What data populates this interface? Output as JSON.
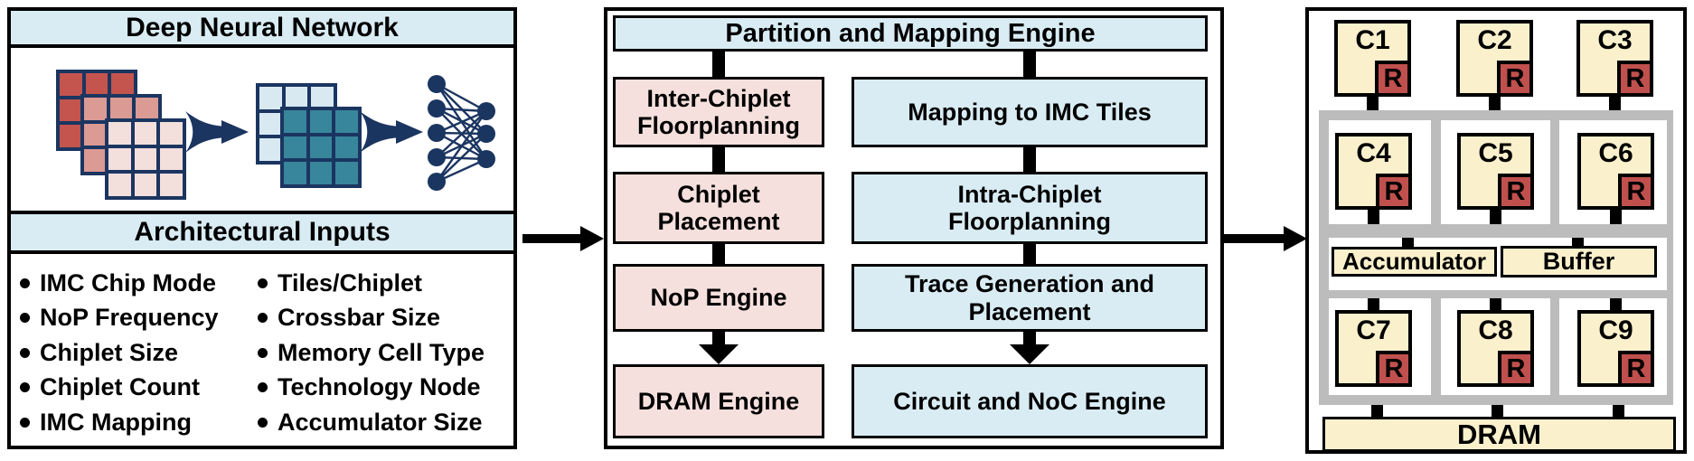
{
  "colors": {
    "header_blue": "#D9ECF4",
    "box_pink": "#F5E0DD",
    "box_blue": "#D9ECF4",
    "chiplet_cream": "#FAF0CC",
    "router_red": "#C0504D",
    "navy": "#1B3561",
    "interposer_gray": "#BCBCBC",
    "grid_red_dark": "#C4544E",
    "grid_red_mid": "#DB9A93",
    "grid_red_light": "#F3DFDC",
    "grid_blue_light": "#D8E9F2",
    "grid_teal": "#38869B"
  },
  "dnn_panel": {
    "title": "Deep Neural Network",
    "inputs_title": "Architectural Inputs",
    "inputs_col1": [
      "IMC Chip Mode",
      "NoP Frequency",
      "Chiplet Size",
      "Chiplet Count",
      "IMC Mapping"
    ],
    "inputs_col2": [
      "Tiles/Chiplet",
      "Crossbar Size",
      "Memory Cell Type",
      "Technology Node",
      "Accumulator Size"
    ]
  },
  "engine_panel": {
    "title": "Partition and Mapping Engine",
    "left_flow": [
      "Inter-Chiplet\nFloorplanning",
      "Chiplet\nPlacement",
      "NoP Engine",
      "DRAM Engine"
    ],
    "right_flow": [
      "Mapping to IMC Tiles",
      "Intra-Chiplet\nFloorplanning",
      "Trace Generation and\nPlacement",
      "Circuit and NoC Engine"
    ]
  },
  "chip_panel": {
    "chiplets": [
      "C1",
      "C2",
      "C3",
      "C4",
      "C5",
      "C6",
      "C7",
      "C8",
      "C9"
    ],
    "router": "R",
    "accumulator": "Accumulator",
    "buffer": "Buffer",
    "dram": "DRAM"
  }
}
